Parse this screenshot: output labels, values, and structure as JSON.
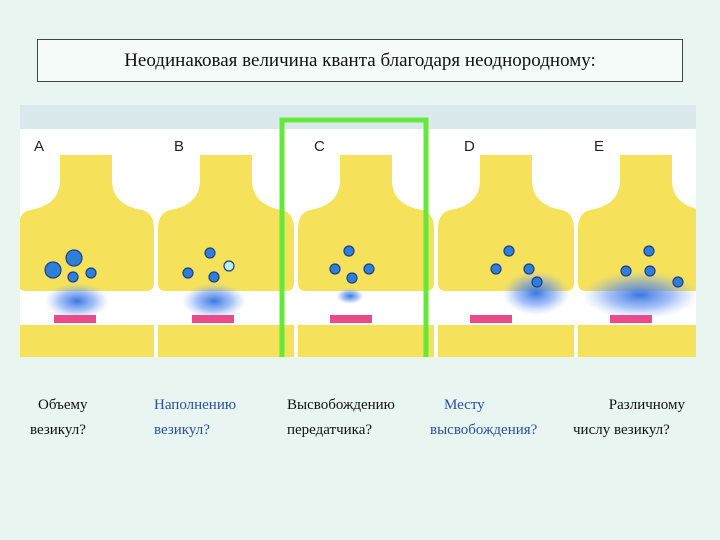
{
  "title": "Неодинаковая величина кванта благодаря неоднородному:",
  "panels": [
    {
      "label": "A",
      "caption_1": "Объему",
      "caption_2": "везикул?"
    },
    {
      "label": "B",
      "caption_1": "Наполнению",
      "caption_2": "везикул?"
    },
    {
      "label": "C",
      "caption_1": "Высвобождению",
      "caption_2": "передатчика?"
    },
    {
      "label": "D",
      "caption_1": "Месту",
      "caption_2": "высвобождения?"
    },
    {
      "label": "E",
      "caption_1": "Различному",
      "caption_2": "числу везикул?"
    }
  ],
  "highlighted_panel": "C",
  "colors": {
    "terminal": "#f6e15a",
    "vesicle": "#2f7fd9",
    "vesicle_light": "#b8f0ea",
    "receptor": "#e84a8a",
    "highlight": "#66e83a",
    "caption_blue": "#2a4fa0"
  }
}
